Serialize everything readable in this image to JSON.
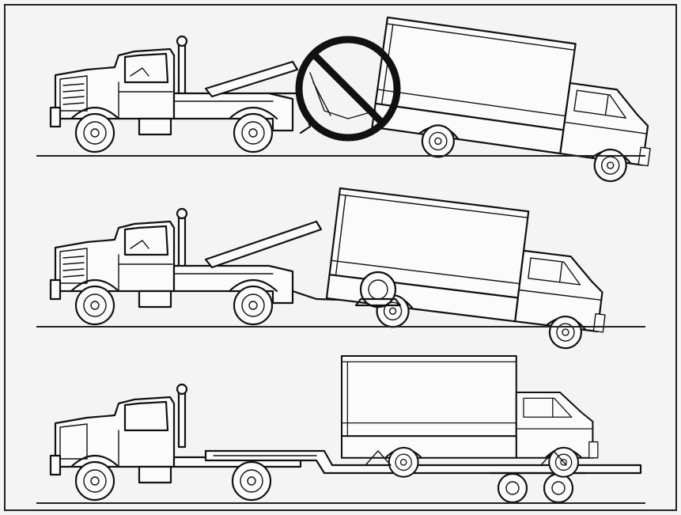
{
  "figure": {
    "panels": [
      {
        "id": "tow-wheel-lift-rear",
        "status": "not-recommended",
        "icon": "prohibited-icon"
      },
      {
        "id": "tow-wheel-lift-with-dolly",
        "status": "acceptable"
      },
      {
        "id": "tow-flatbed-trailer",
        "status": "acceptable"
      }
    ],
    "colors": {
      "ink": "#111111",
      "paper": "#f4f4f4",
      "frame": "#222222"
    }
  }
}
